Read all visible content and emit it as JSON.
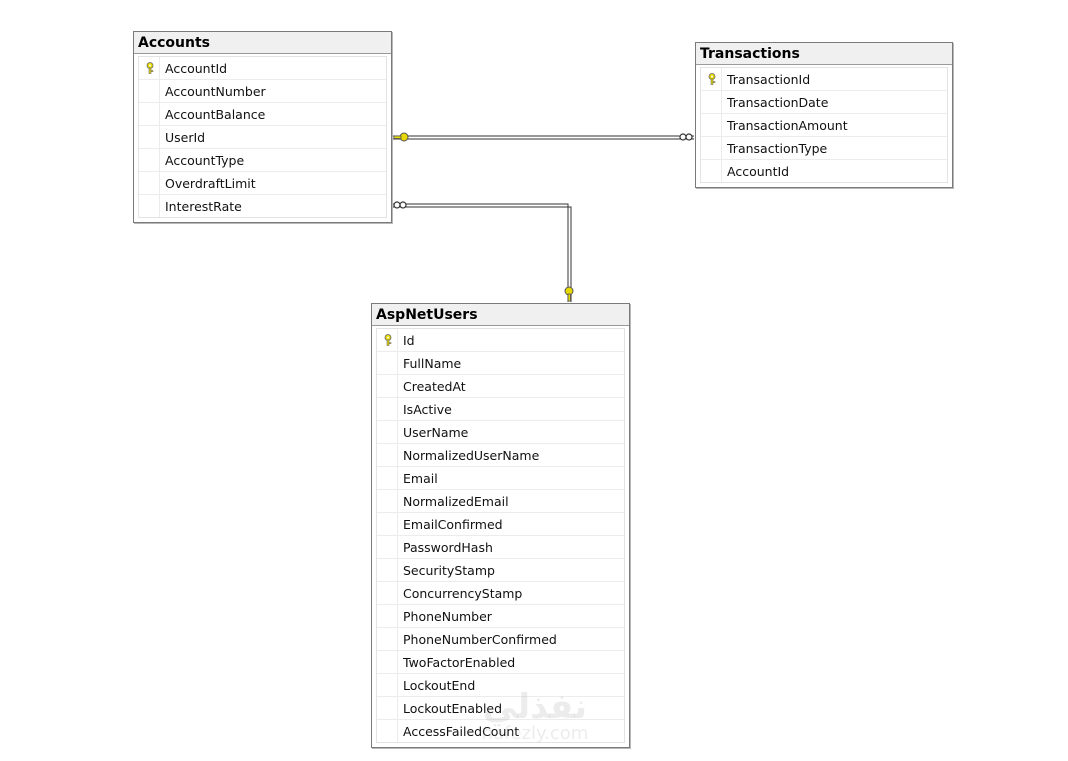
{
  "tables": {
    "accounts": {
      "title": "Accounts",
      "columns": [
        "AccountId",
        "AccountNumber",
        "AccountBalance",
        "UserId",
        "AccountType",
        "OverdraftLimit",
        "InterestRate"
      ]
    },
    "transactions": {
      "title": "Transactions",
      "columns": [
        "TransactionId",
        "TransactionDate",
        "TransactionAmount",
        "TransactionType",
        "AccountId"
      ]
    },
    "aspnetusers": {
      "title": "AspNetUsers",
      "columns": [
        "Id",
        "FullName",
        "CreatedAt",
        "IsActive",
        "UserName",
        "NormalizedUserName",
        "Email",
        "NormalizedEmail",
        "EmailConfirmed",
        "PasswordHash",
        "SecurityStamp",
        "ConcurrencyStamp",
        "PhoneNumber",
        "PhoneNumberConfirmed",
        "TwoFactorEnabled",
        "LockoutEnd",
        "LockoutEnabled",
        "AccessFailedCount"
      ]
    }
  },
  "watermark": {
    "brand": "نفذلي",
    "url": "nafezly.com"
  },
  "colors": {
    "key": "#e6d800",
    "line": "#333333"
  },
  "icons": {
    "primary_key": "key-icon",
    "one_end": "key-icon",
    "many_end": "infinity-icon"
  }
}
